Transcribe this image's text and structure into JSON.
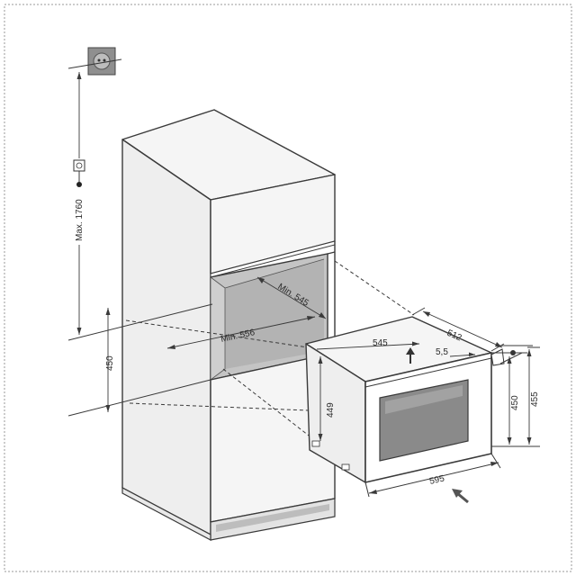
{
  "dimensions": {
    "max_height": "Max. 1760",
    "niche_depth": "Min. 545",
    "niche_width": "Min. 556",
    "niche_height": "450",
    "appliance_depth": "545",
    "appliance_depth_total": "512",
    "door_gap": "5,5",
    "appliance_body_height": "449",
    "appliance_front_height": "450",
    "appliance_total_height": "455",
    "appliance_width": "595"
  },
  "icons": {
    "wall_socket": "wall-socket-icon",
    "power_outlet": "power-outlet-icon",
    "insert_arrow": "insert-arrow-icon",
    "up_arrow": "up-arrow-icon"
  },
  "colors": {
    "line": "#3a3a3a",
    "cavity": "#c4c4c4",
    "oven_window": "#8a8a8a",
    "background": "#ffffff"
  }
}
